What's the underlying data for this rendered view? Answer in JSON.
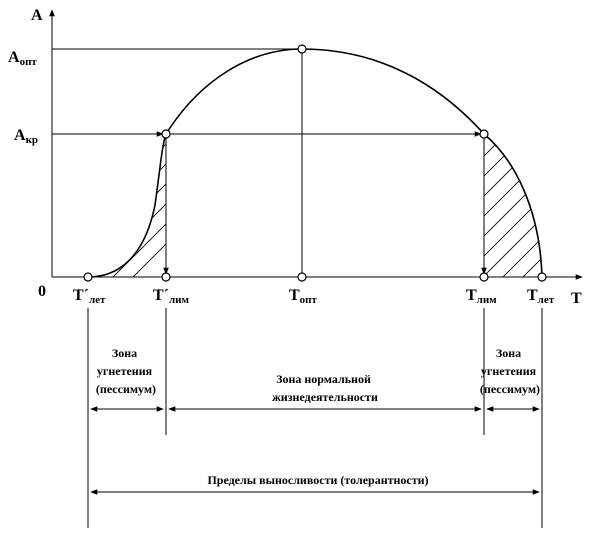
{
  "axis": {
    "y_label": "A",
    "x_label": "T",
    "origin": "0"
  },
  "y_levels": [
    {
      "main": "A",
      "sub": "опт"
    },
    {
      "main": "A",
      "sub": "кр"
    }
  ],
  "x_points": [
    {
      "main": "T´",
      "sub": "лет"
    },
    {
      "main": "T´",
      "sub": "лим"
    },
    {
      "main": "T",
      "sub": "опт"
    },
    {
      "main": "T",
      "sub": "лим"
    },
    {
      "main": "T",
      "sub": "лет"
    }
  ],
  "zones": {
    "left_pessimum": [
      "Зона",
      "угнетения",
      "(пессимум)"
    ],
    "normal": [
      "Зона нормальной",
      "жизнедеятельности"
    ],
    "right_pessimum": [
      "Зона",
      "угнетения",
      "(пессимум)"
    ],
    "tolerance": "Пределы выносливости (толерантности)"
  }
}
